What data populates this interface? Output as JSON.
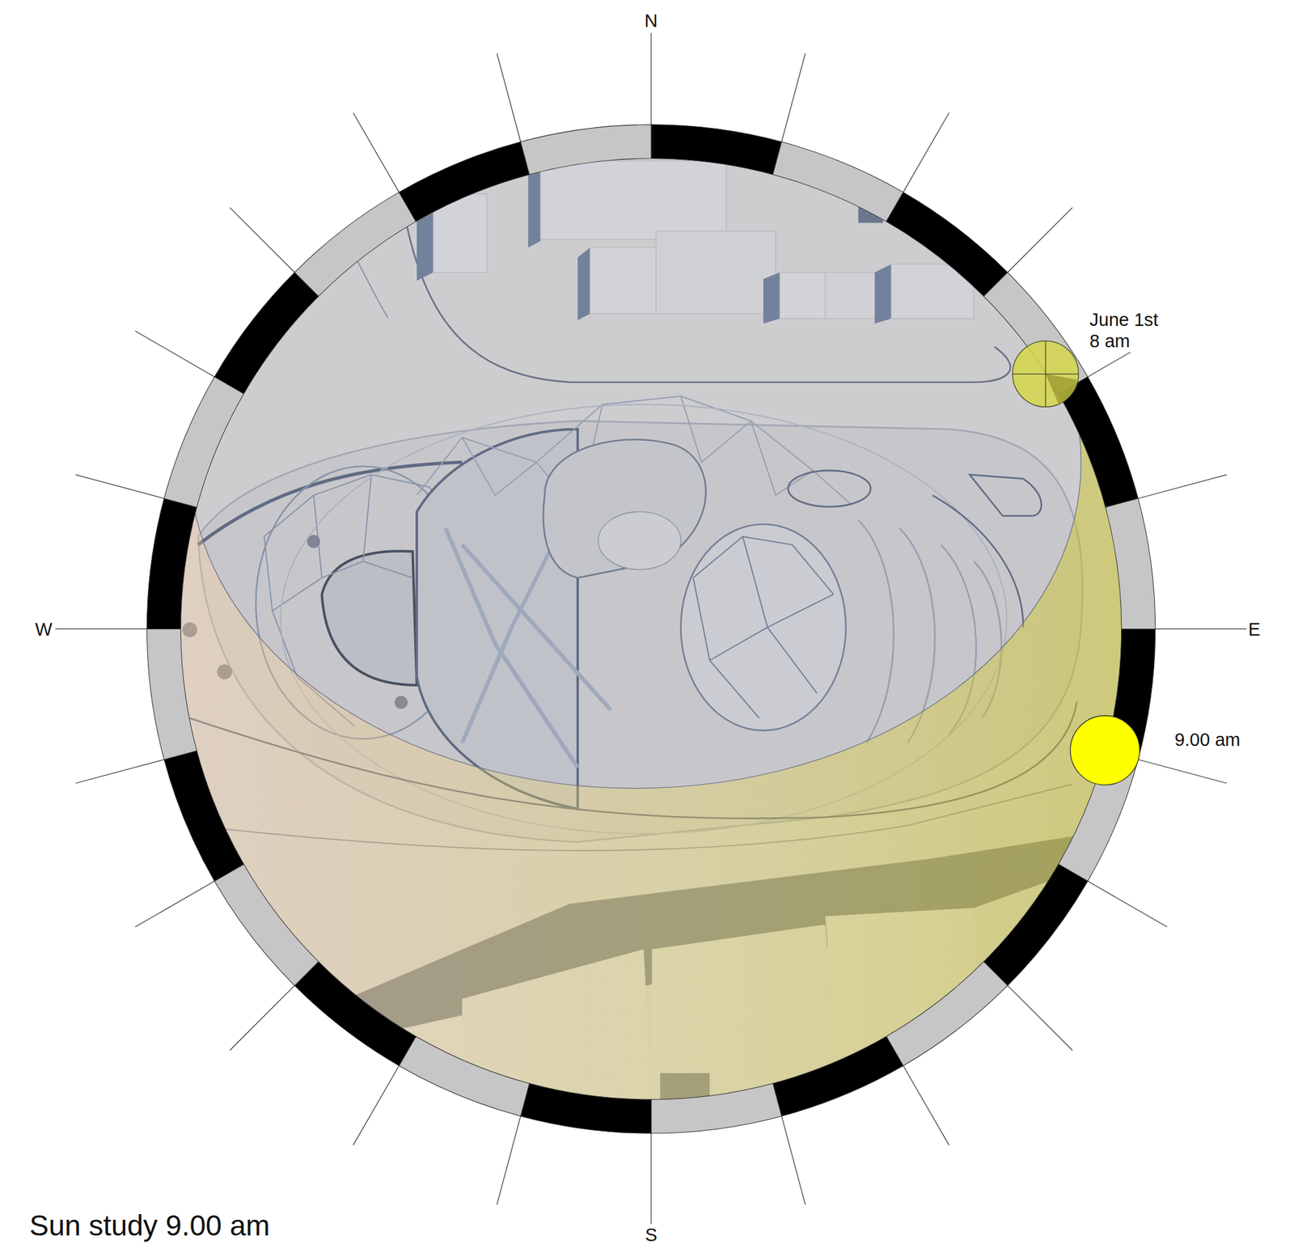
{
  "diagram": {
    "title": "Sun study 9.00 am",
    "labels": [
      "N",
      "June 1st 8 am",
      "W",
      "E",
      "9.00 am",
      "S"
    ]
  }
}
